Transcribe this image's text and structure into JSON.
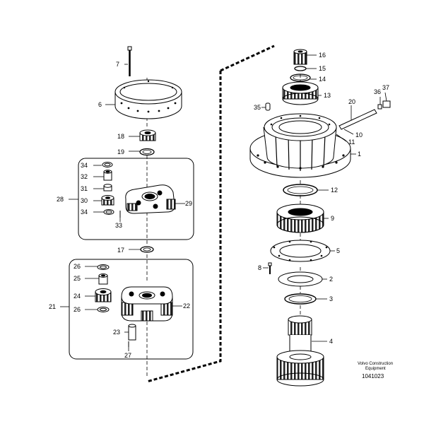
{
  "callouts": {
    "c1": "1",
    "c2": "2",
    "c3": "3",
    "c4": "4",
    "c5": "5",
    "c6": "6",
    "c7": "7",
    "c8": "8",
    "c9": "9",
    "c10": "10",
    "c11": "11",
    "c12": "12",
    "c13": "13",
    "c14": "14",
    "c15": "15",
    "c16": "16",
    "c17": "17",
    "c18": "18",
    "c19": "19",
    "c20": "20",
    "c21": "21",
    "c22": "22",
    "c23": "23",
    "c24": "24",
    "c25": "25",
    "c26a": "26",
    "c26b": "26",
    "c27": "27",
    "c28": "28",
    "c29": "29",
    "c30": "30",
    "c31": "31",
    "c32": "32",
    "c33": "33",
    "c34a": "34",
    "c34b": "34",
    "c35": "35",
    "c36": "36",
    "c37": "37"
  },
  "footer": {
    "brand_line1": "Volvo Construction",
    "brand_line2": "Equipment",
    "doc_number": "1041023"
  }
}
